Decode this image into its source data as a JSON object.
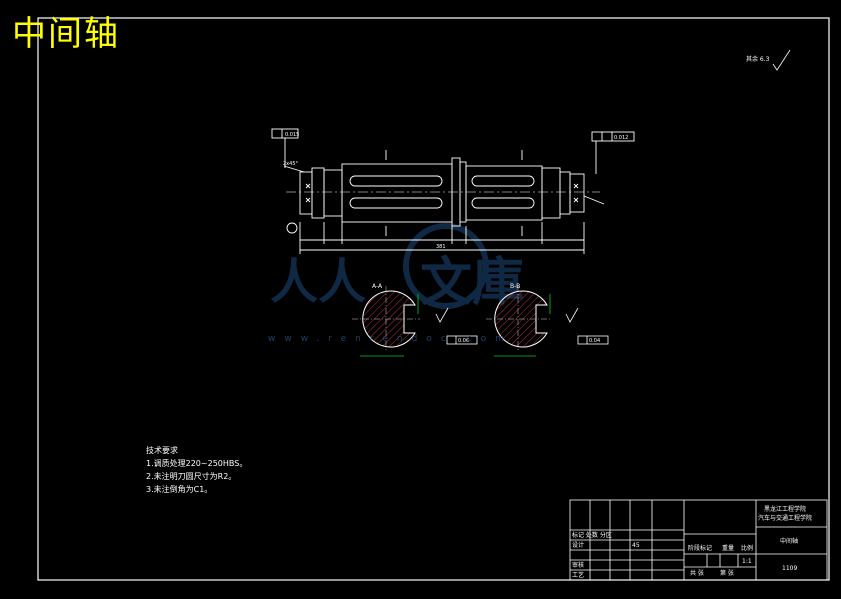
{
  "title": "中间轴",
  "roughness_note": "其余 6.3",
  "watermark": {
    "text": "人人文库",
    "url": "www.renrendoc.com"
  },
  "tech_requirements": {
    "heading": "技术要求",
    "items": [
      "1.调质处理220~250HBS。",
      "2.未注明刀圆尺寸为R2。",
      "3.未注倒角为C1。"
    ]
  },
  "section_labels": [
    "A-A",
    "B-B"
  ],
  "title_block": {
    "school_line1": "黑龙江工程学院",
    "school_line2": "汽车与交通工程学院",
    "part_name": "中间轴",
    "drawing_no": "1109",
    "scale": "1:1",
    "headers": [
      "阶段标记",
      "重量",
      "比例"
    ],
    "footer": [
      "共 张",
      "第 张"
    ],
    "left_rows": [
      "标记 处数 分区",
      "设计",
      "审核",
      "工艺"
    ],
    "material": "45"
  },
  "dims": {
    "overall_length": "381",
    "chamfer": "2x45°",
    "tol1": "0.015",
    "tol2": "0.012",
    "tol3": "0.06",
    "tol4": "0.04"
  },
  "colors": {
    "background": "#000000",
    "lines": "#ffffff",
    "title": "#ffff00",
    "dim_green": "#00cc33",
    "watermark": "#2a4f7a"
  }
}
